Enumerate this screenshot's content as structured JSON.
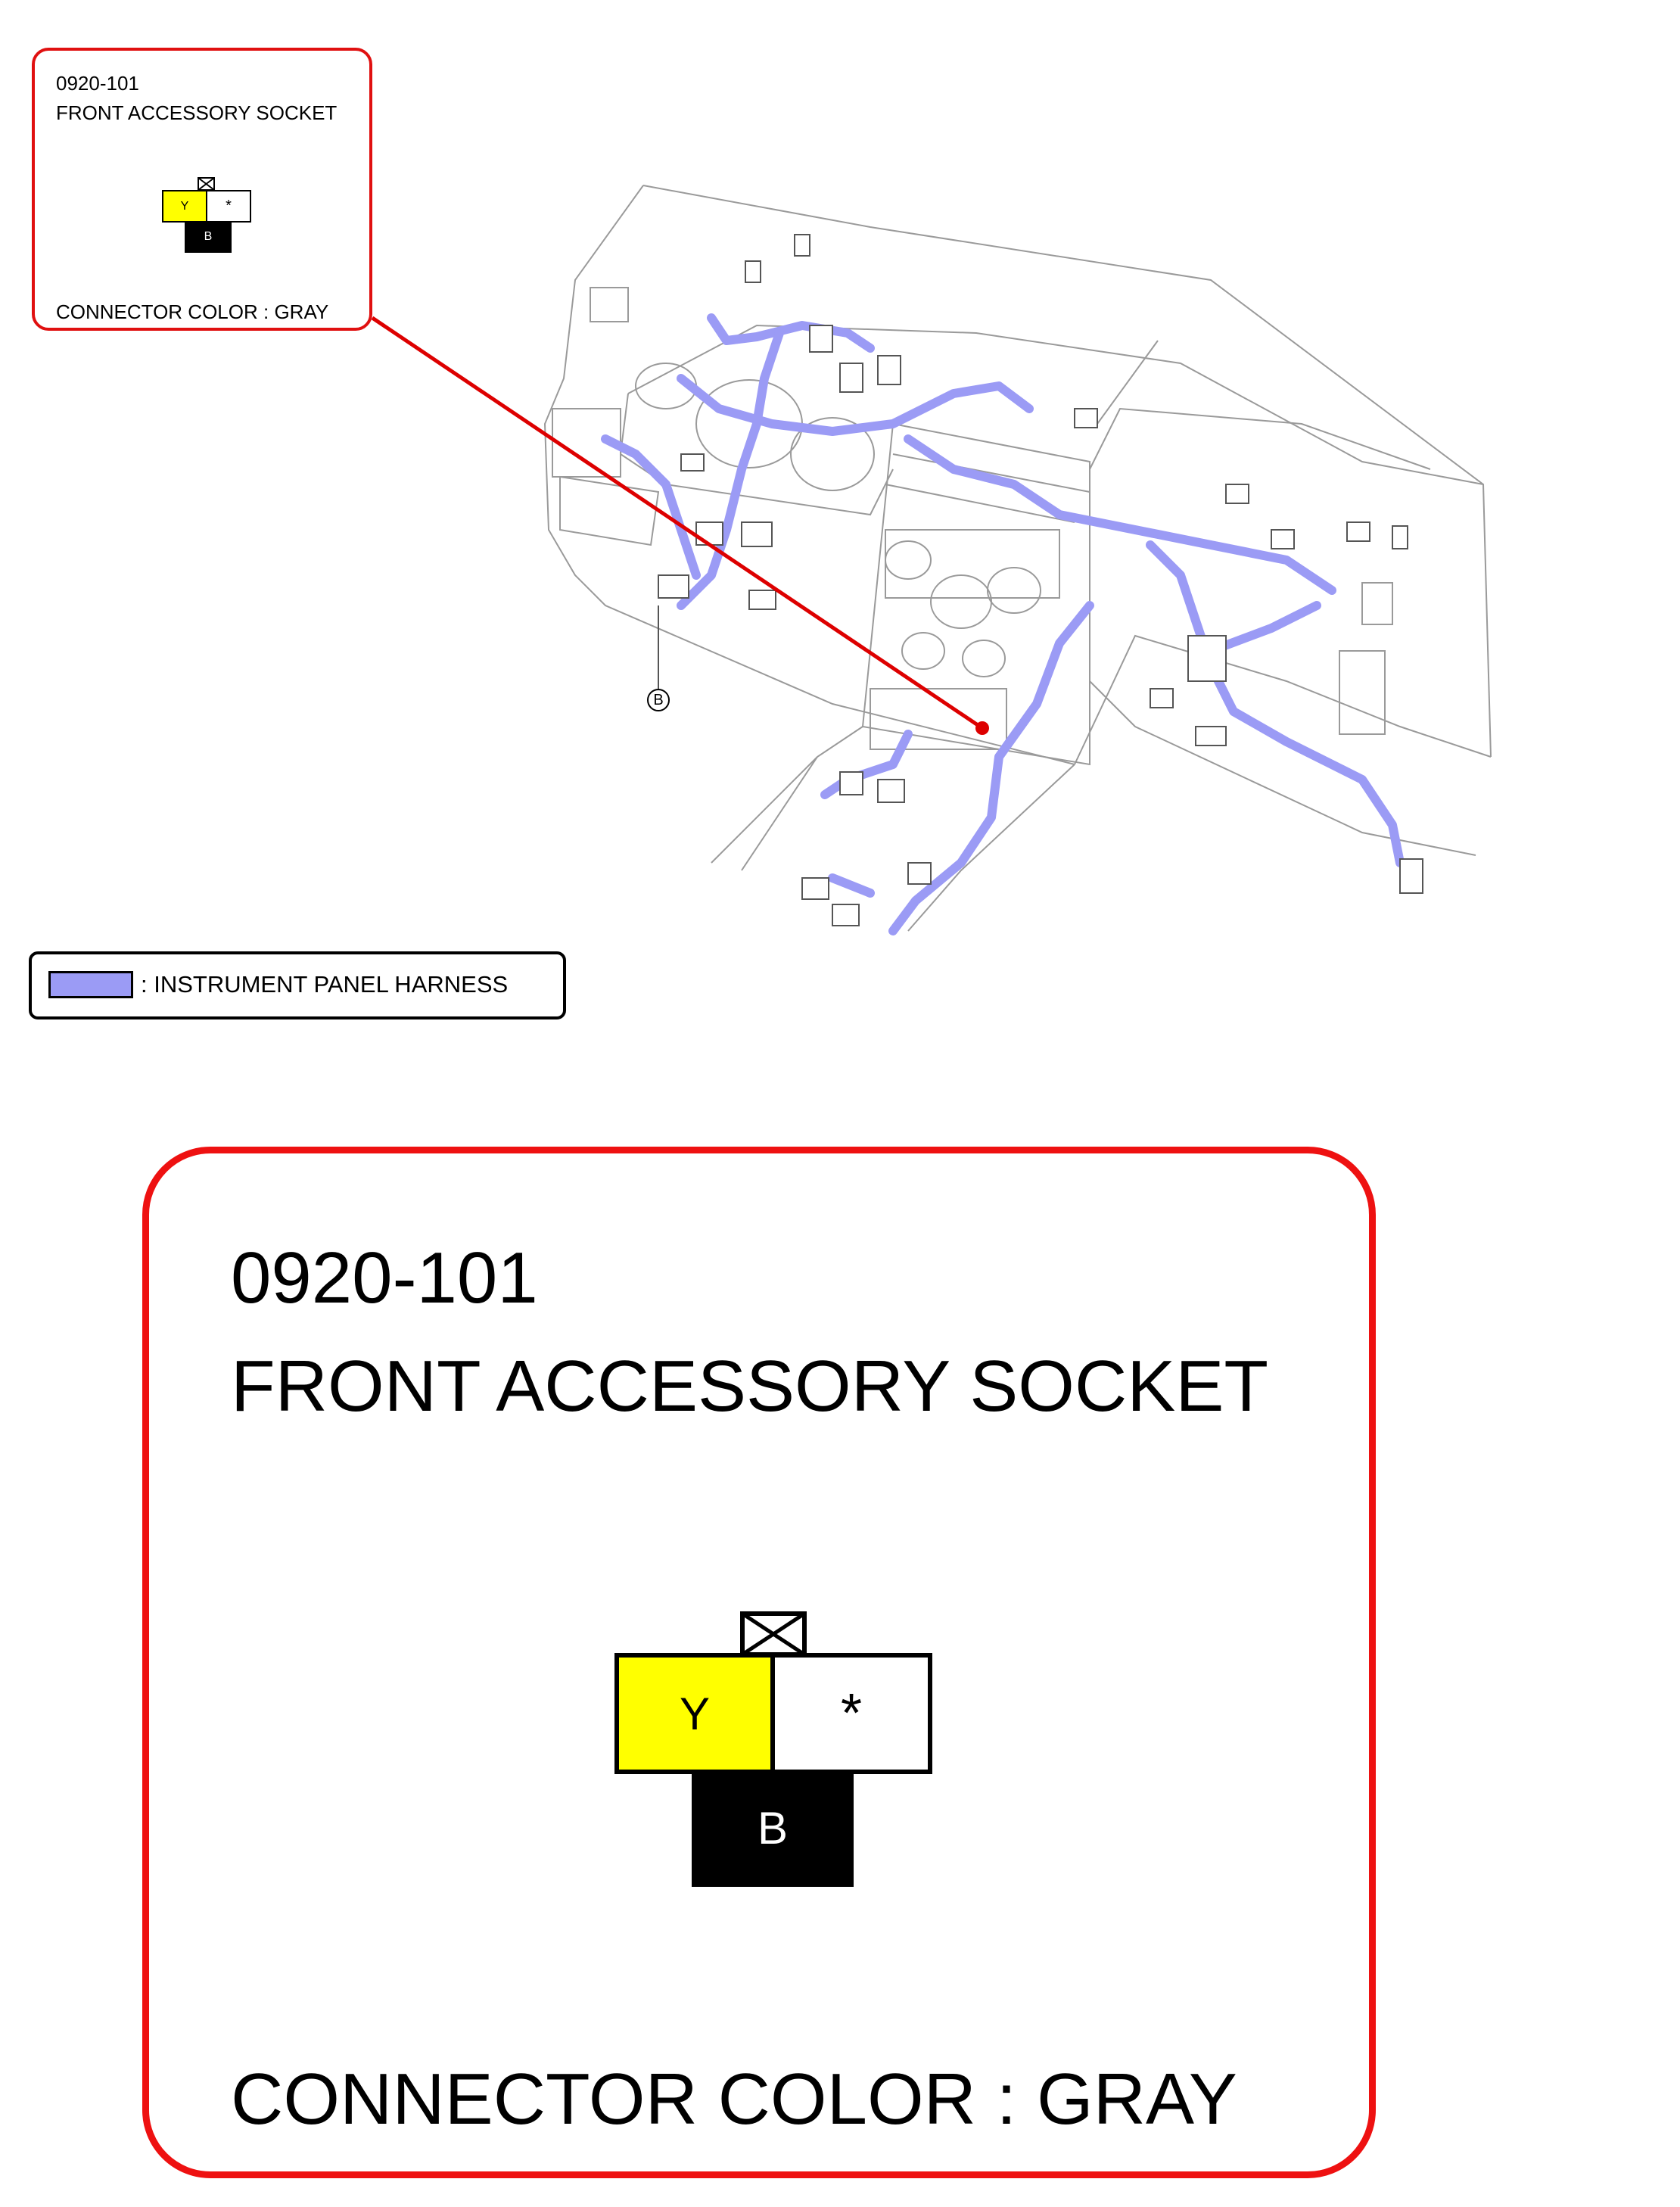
{
  "connector": {
    "id": "0920-101",
    "name": "FRONT ACCESSORY SOCKET",
    "color_label": "CONNECTOR COLOR : GRAY"
  },
  "pins": [
    {
      "label": "Y",
      "fill": "#ffff00",
      "text_color": "#000000"
    },
    {
      "label": "*",
      "fill": "#ffffff",
      "text_color": "#000000"
    },
    {
      "label": "B",
      "fill": "#000000",
      "text_color": "#ffffff"
    }
  ],
  "locator": {
    "label": "B"
  },
  "legend": {
    "label": ": INSTRUMENT PANEL HARNESS",
    "color": "#9b9bf5"
  },
  "colors": {
    "callout_border": "#ee1111",
    "harness": "#9b9bf5",
    "leader_line": "#dd0000"
  }
}
